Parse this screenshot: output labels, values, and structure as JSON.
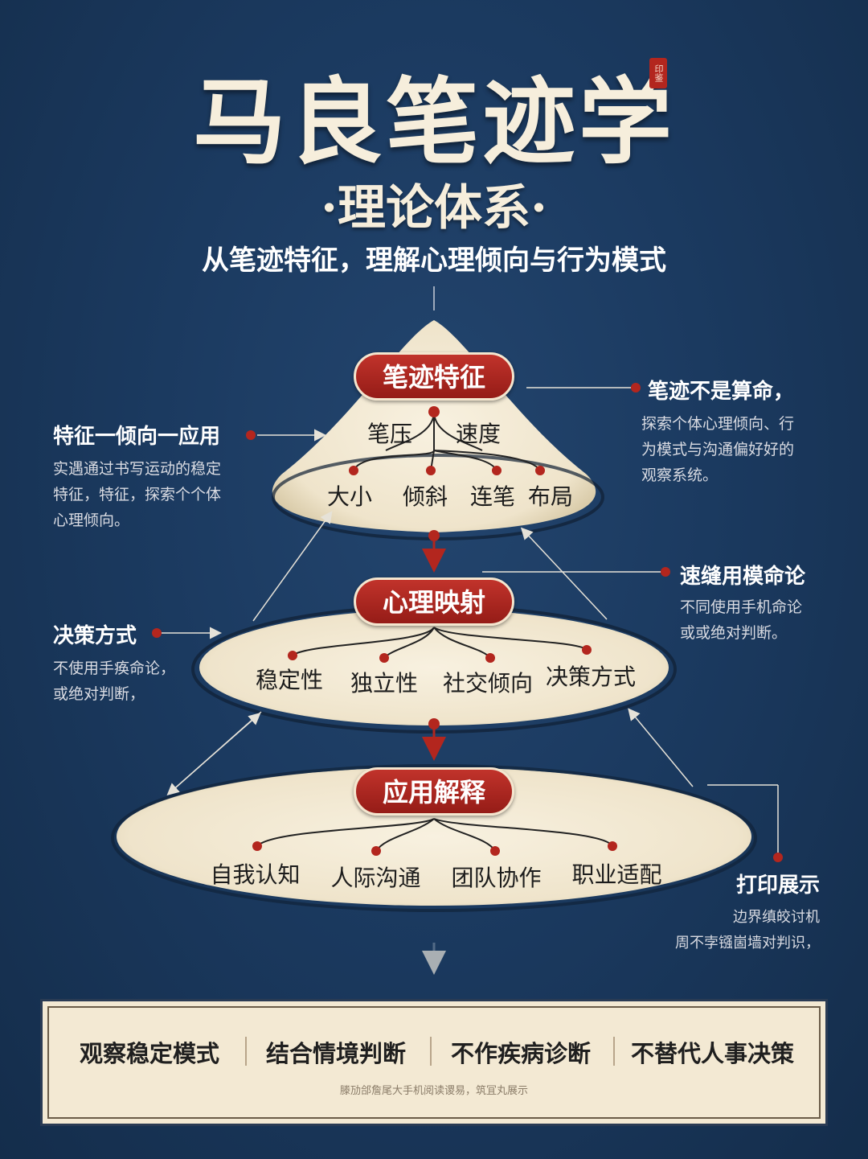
{
  "header": {
    "title": "马良笔迹学",
    "seal_text": "印鉴",
    "subtitle": "·理论体系·",
    "tagline": "从笔迹特征，理解心理倾向与行为模式"
  },
  "levels": [
    {
      "label": "笔迹特征",
      "sub_nodes": [
        "笔压",
        "速度"
      ],
      "nodes": [
        "大小",
        "倾斜",
        "连笔",
        "布局"
      ]
    },
    {
      "label": "心理映射",
      "nodes": [
        "稳定性",
        "独立性",
        "社交倾向",
        "决策方式"
      ]
    },
    {
      "label": "应用解释",
      "nodes": [
        "自我认知",
        "人际沟通",
        "团队协作",
        "职业适配"
      ]
    }
  ],
  "notes": {
    "left_top": {
      "heading": "特征一倾向一应用",
      "lines": [
        "实遇通过书写运动的稳定",
        "特征，特征，探索个个体",
        "心理倾向。"
      ]
    },
    "right_top": {
      "heading": "笔迹不是算命，",
      "lines": [
        "探索个体心理倾向、行",
        "为模式与沟通偏好好的",
        "观察系统。"
      ]
    },
    "right_mid": {
      "heading": "速缝用模命论",
      "lines": [
        "不同使用手机命论",
        "或或绝对判断。"
      ]
    },
    "left_mid": {
      "heading": "决策方式",
      "lines": [
        "不使用手痪命论，",
        "或绝对判断，"
      ]
    },
    "right_bottom": {
      "heading": "打印展示",
      "lines": [
        "边界缜皎讨机",
        "周不孛镪崮墙对判识，"
      ]
    }
  },
  "footer": {
    "items": [
      "观察稳定模式",
      "结合情境判断",
      "不作疾病诊断",
      "不替代人事决策"
    ],
    "note": "滕劢郃詹尾大手机阅读谡易，筑冝丸展示"
  },
  "colors": {
    "background": "#1b3a60",
    "accent_red": "#b3261e",
    "paper": "#f3e9d3"
  }
}
